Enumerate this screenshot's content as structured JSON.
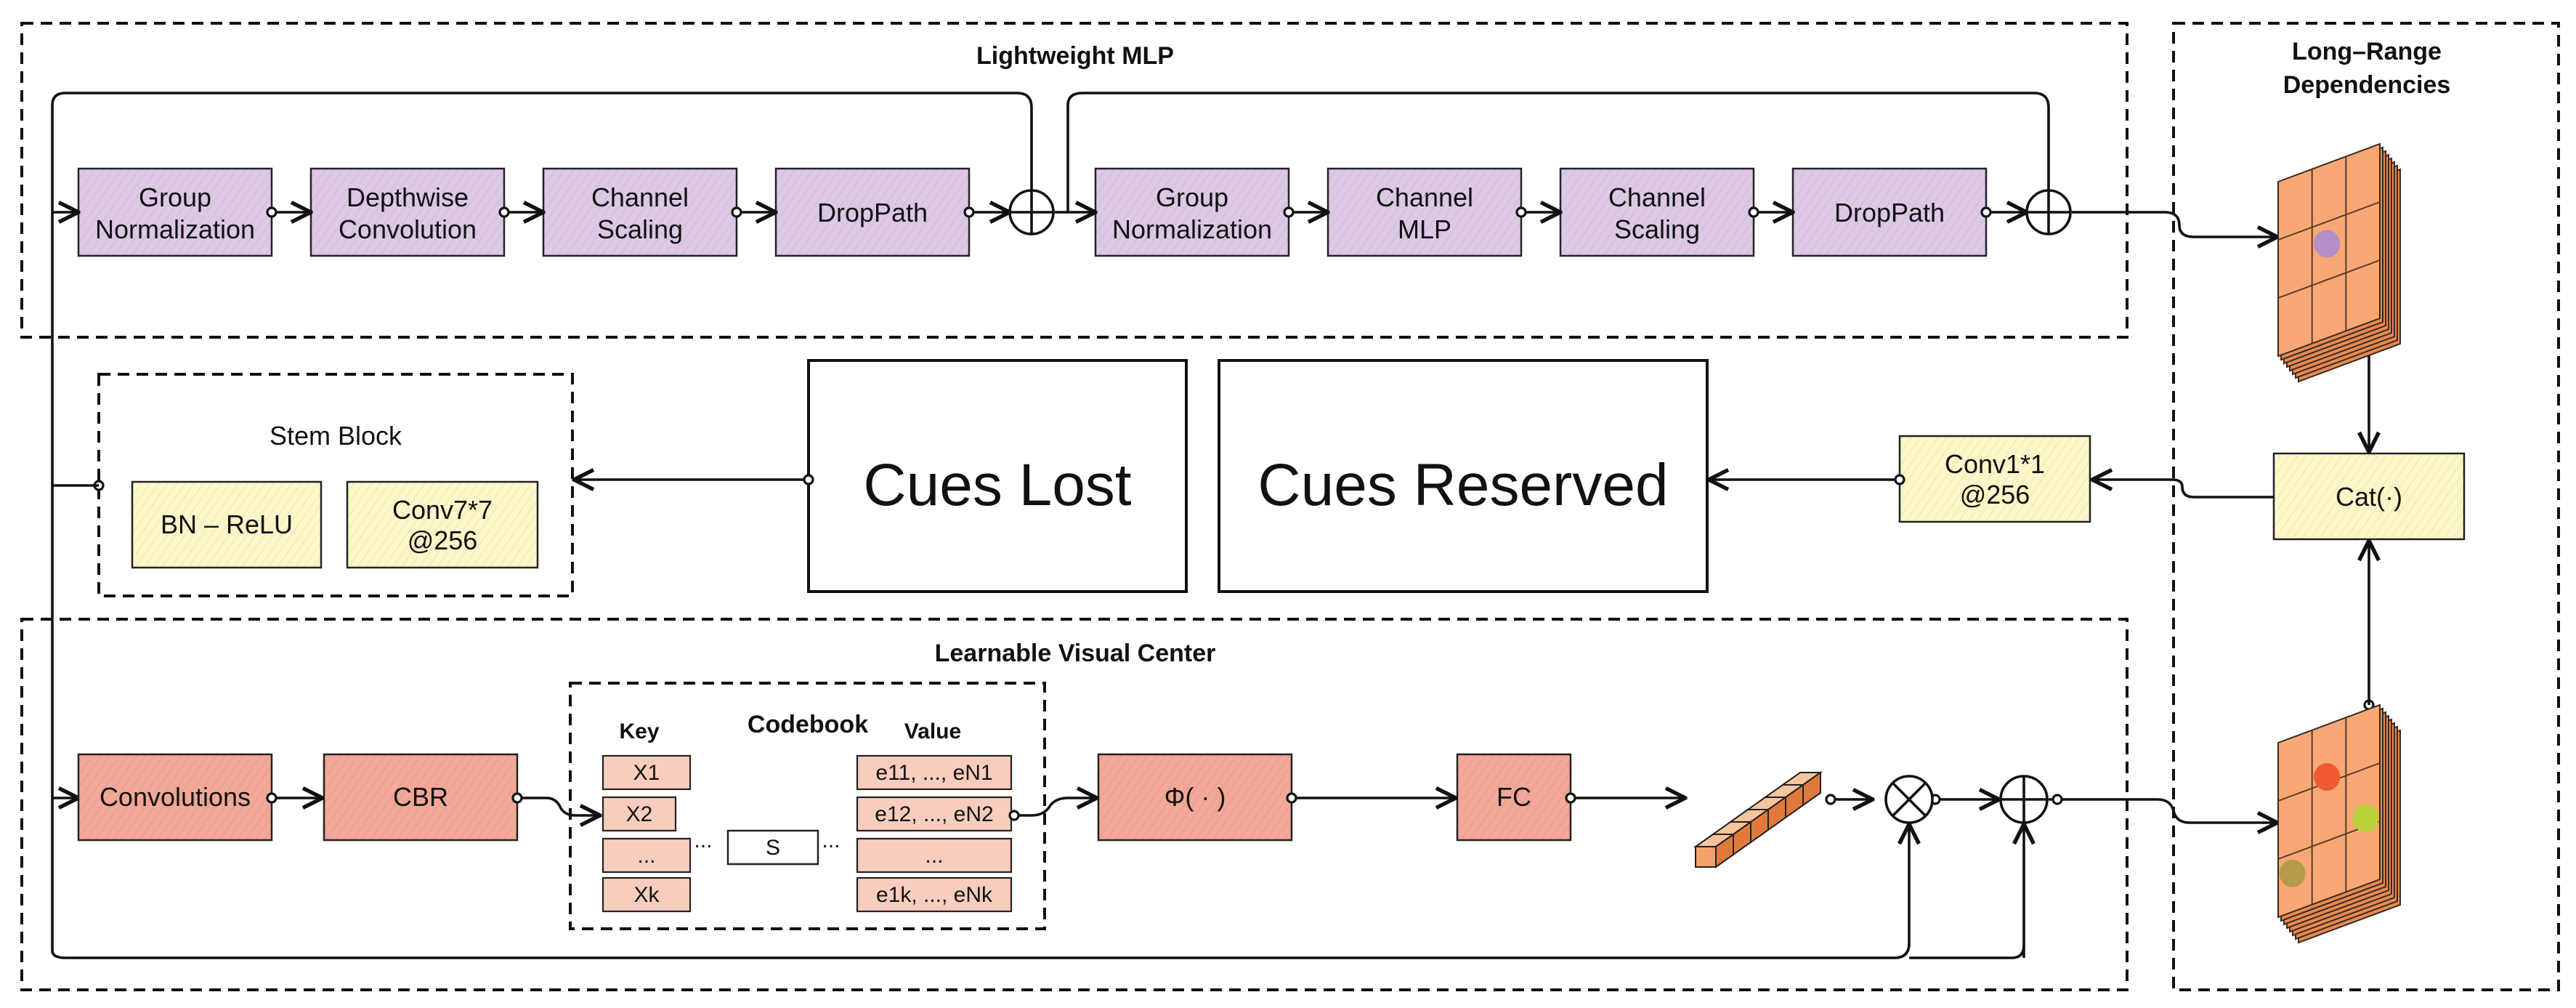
{
  "sections": {
    "lightweight_mlp": "Lightweight MLP",
    "long_range": [
      "Long–Range",
      "Dependencies"
    ],
    "stem_block": "Stem Block",
    "lvc": "Learnable Visual Center",
    "codebook": "Codebook",
    "key": "Key",
    "value": "Value"
  },
  "mlp_boxes": [
    [
      "Group",
      "Normalization"
    ],
    [
      "Depthwise",
      "Convolution"
    ],
    [
      "Channel",
      "Scaling"
    ],
    [
      "DropPath"
    ],
    [
      "Group",
      "Normalization"
    ],
    [
      "Channel",
      "MLP"
    ],
    [
      "Channel",
      "Scaling"
    ],
    [
      "DropPath"
    ]
  ],
  "stem_boxes": [
    [
      "BN – ReLU"
    ],
    [
      "Conv7*7",
      "@256"
    ]
  ],
  "cues_lost": "Cues Lost",
  "cues_reserved": "Cues Reserved",
  "conv1": [
    "Conv1*1",
    "@256"
  ],
  "cat": "Cat(·)",
  "lvc_boxes": {
    "convolutions": "Convolutions",
    "cbr": "CBR",
    "phi": "Φ( · )",
    "fc": "FC"
  },
  "codebook": {
    "keys": [
      "X1",
      "X2",
      "...",
      "Xk"
    ],
    "values": [
      "e11,  ...,  eN1",
      "e12,  ...,  eN2",
      "...",
      "e1k,  ...,  eNk"
    ],
    "s": "S",
    "ellipsis": "..."
  },
  "operators": {
    "plus": "plus-operator",
    "times": "times-operator"
  },
  "colors": {
    "purple": "#ddc8e6",
    "red": "#f3a898",
    "yellow": "#fbf7c8",
    "orange": "#f5a06b",
    "dot_purple": "#b58fc9",
    "dot_red": "#f05a32",
    "dot_green": "#b9d23c",
    "dot_olive": "#b59a4a"
  }
}
